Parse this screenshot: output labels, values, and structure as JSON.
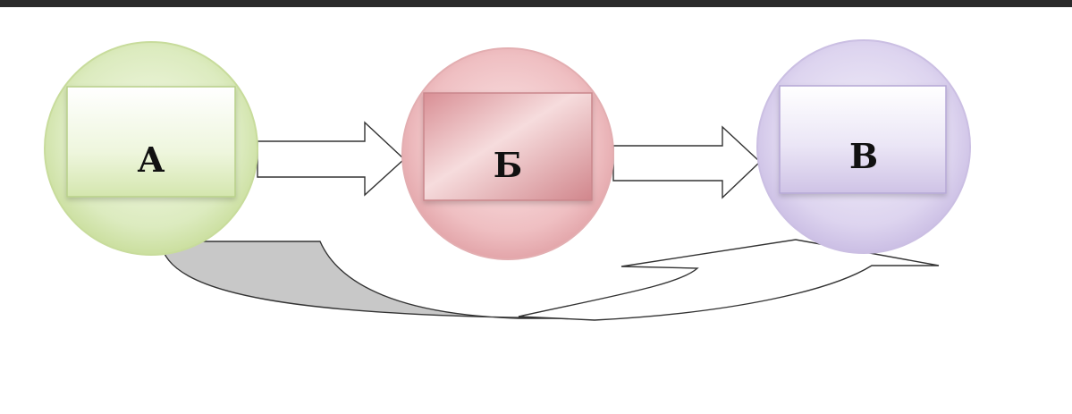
{
  "nodes": [
    {
      "id": "a",
      "label": "А",
      "color": "#cfe3a6"
    },
    {
      "id": "b",
      "label": "Б",
      "color": "#e8a7ab"
    },
    {
      "id": "c",
      "label": "В",
      "color": "#c9bde0"
    }
  ],
  "colors": {
    "frame": "#2b2b2b",
    "arrow_fill": "#ffffff",
    "arrow_stroke": "#333333",
    "curved_arrow_fill": "#c8c8c8"
  }
}
